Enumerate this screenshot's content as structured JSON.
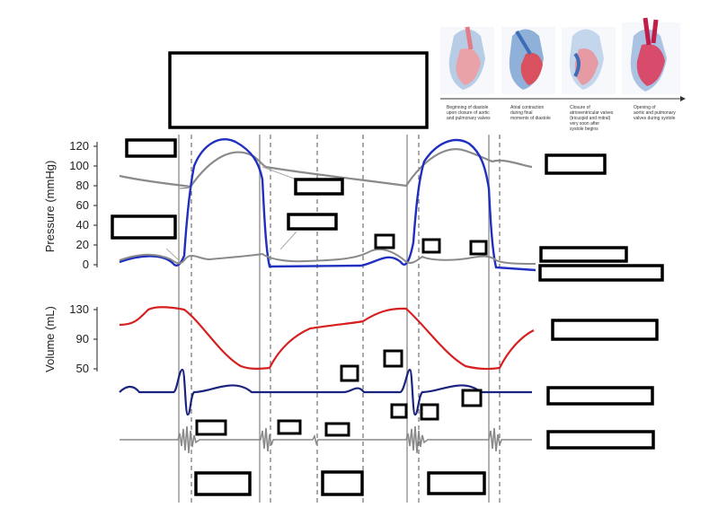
{
  "diagram": {
    "pressure_axis": {
      "title": "Pressure (mmHg)",
      "ticks": [
        "120",
        "100",
        "80",
        "60",
        "40",
        "20",
        "0"
      ]
    },
    "volume_axis": {
      "title": "Volume (mL)",
      "ticks": [
        "130",
        "90",
        "50"
      ]
    },
    "heart_illustrations": [
      {
        "caption_lines": [
          "Beginning of diastole",
          "upon closure of aortic",
          "and pulmonary valves"
        ]
      },
      {
        "caption_lines": [
          "Atrial contraction",
          "during final",
          "moments of diastole"
        ]
      },
      {
        "caption_lines": [
          "Closure of",
          "atrioventricular valves",
          "(tricuspid and mitral)",
          "very soon after",
          "systole begins"
        ]
      },
      {
        "caption_lines": [
          "Opening of",
          "aortic and pulmonary",
          "valves during systole"
        ]
      }
    ],
    "colors": {
      "aortic_pressure": "#8a8a8a",
      "ventricular_pressure": "#1f2fbf",
      "atrial_pressure": "#8a8a8a",
      "ventricular_volume": "#d62020",
      "ecg": "#1a237e",
      "heart_sounds": "#8a8a8a",
      "label_boxes": "#000000"
    }
  }
}
